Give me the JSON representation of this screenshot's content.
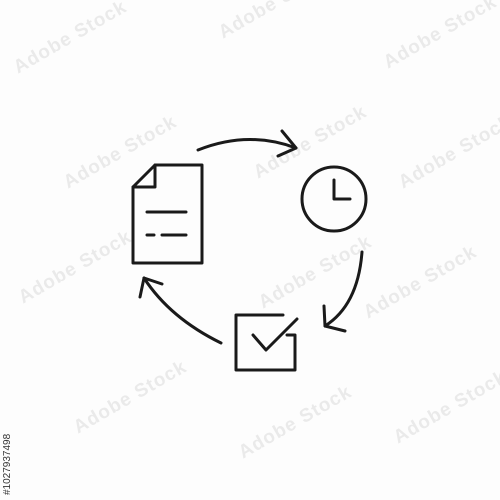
{
  "watermark": {
    "text": "Adobe Stock",
    "color": "#d4d4d4"
  },
  "stock_id": "#1027937498",
  "icon": {
    "name": "document-review-workflow-cycle",
    "stroke_color": "#1a1a1a",
    "parts": [
      "document-icon",
      "clock-icon",
      "checkbox-icon",
      "arrow-icon"
    ]
  }
}
